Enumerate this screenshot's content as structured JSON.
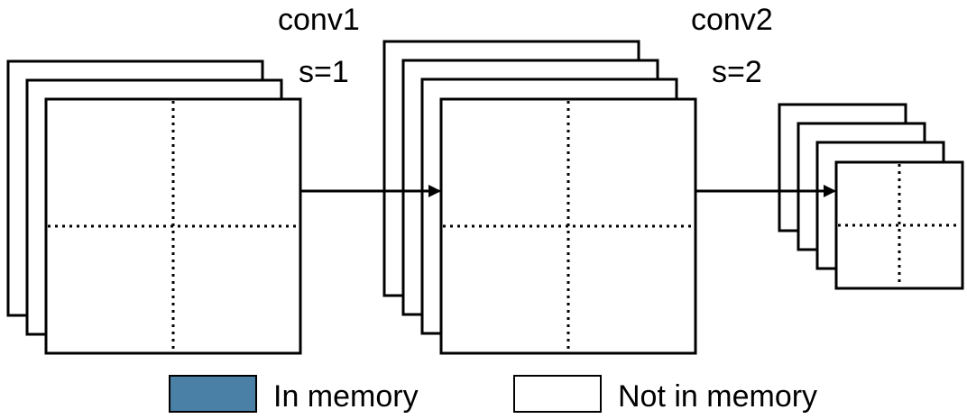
{
  "labels": {
    "conv1": "conv1",
    "stride1": "s=1",
    "conv2": "conv2",
    "stride2": "s=2"
  },
  "legend": {
    "in_memory": {
      "label": "In memory",
      "color": "#4a7fa6"
    },
    "not_in_memory": {
      "label": "Not in memory",
      "color": "#ffffff"
    }
  },
  "colors": {
    "stroke": "#000000",
    "fill": "#ffffff"
  }
}
